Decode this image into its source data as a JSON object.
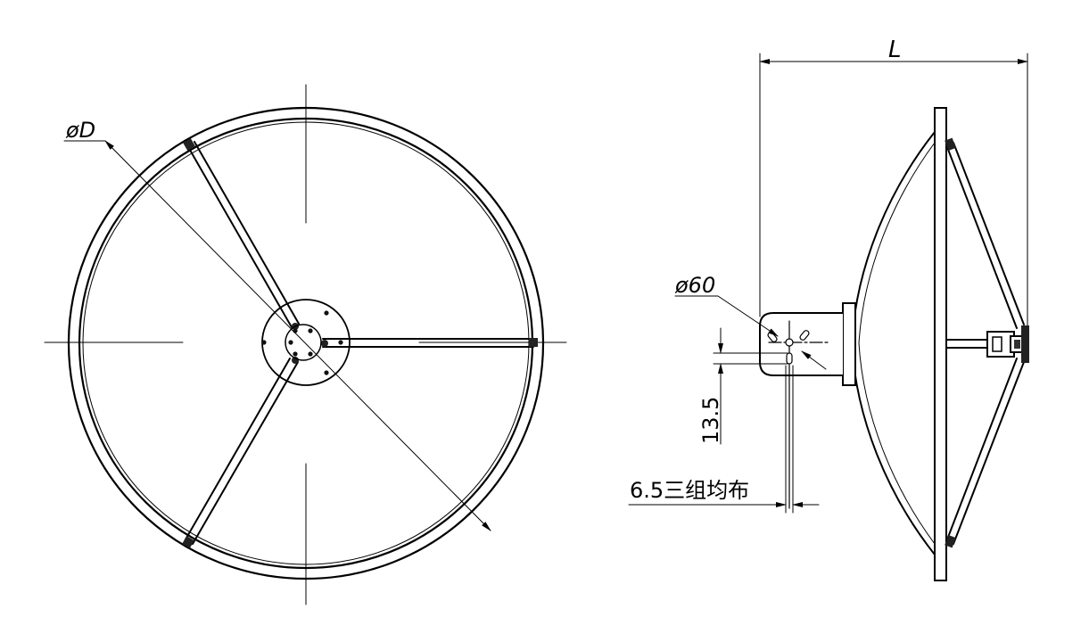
{
  "drawing": {
    "labels": {
      "outer_diameter": "øD",
      "hub_diameter": "ø60",
      "length": "L",
      "offset": "13.5",
      "holes": "6.5三组均布"
    },
    "line_color": "#000000",
    "background": "#ffffff"
  }
}
